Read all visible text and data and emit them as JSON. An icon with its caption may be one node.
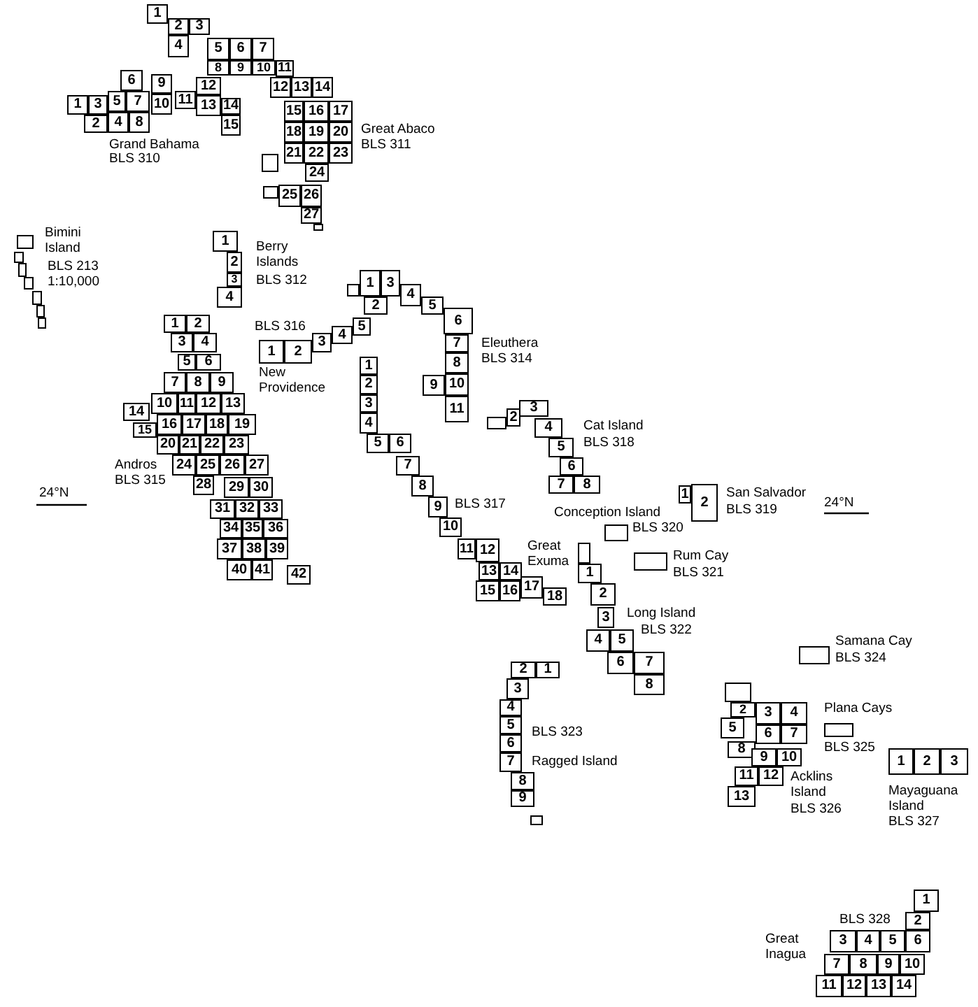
{
  "diagram": {
    "nodes": [
      {
        "text": [
          "1"
        ]
      },
      {
        "text": [
          "2"
        ]
      },
      {
        "text": [
          "3"
        ]
      },
      {
        "text": [
          "4"
        ]
      },
      {
        "text": [
          "5"
        ]
      },
      {
        "text": [
          "6"
        ]
      },
      {
        "text": [
          "7"
        ]
      },
      {
        "text": [
          "8"
        ]
      },
      {
        "text": [
          "9"
        ]
      },
      {
        "text": [
          "10"
        ]
      },
      {
        "text": [
          "11"
        ]
      },
      {
        "text": [
          "12"
        ]
      },
      {
        "text": [
          "13"
        ]
      },
      {
        "text": [
          "14"
        ]
      },
      {
        "text": [
          "15"
        ]
      },
      {
        "text": [
          "16"
        ]
      },
      {
        "text": [
          "17"
        ]
      },
      {
        "text": [
          "18"
        ]
      },
      {
        "text": [
          "19"
        ]
      },
      {
        "text": [
          "20"
        ]
      },
      {
        "text": [
          "21"
        ]
      },
      {
        "text": [
          "22"
        ]
      },
      {
        "text": [
          "23"
        ]
      },
      {
        "text": [
          "24"
        ]
      },
      {
        "text": [],
        "shape": "box"
      },
      {
        "text": [],
        "shape": "box"
      },
      {
        "text": [
          "25"
        ]
      },
      {
        "text": [
          "26"
        ]
      },
      {
        "text": [
          "27"
        ]
      },
      {
        "text": [],
        "shape": "box"
      },
      {
        "text": [
          "1"
        ]
      },
      {
        "text": [
          "3"
        ]
      },
      {
        "text": [
          "2"
        ]
      },
      {
        "text": [
          "6"
        ]
      },
      {
        "text": [
          "5"
        ]
      },
      {
        "text": [
          "7"
        ]
      },
      {
        "text": [
          "4"
        ]
      },
      {
        "text": [
          "8"
        ]
      },
      {
        "text": [
          "9"
        ]
      },
      {
        "text": [
          "10"
        ]
      },
      {
        "text": [
          "11"
        ]
      },
      {
        "text": [
          "12"
        ]
      },
      {
        "text": [
          "13"
        ]
      },
      {
        "text": [
          "14"
        ]
      },
      {
        "text": [
          "15"
        ]
      },
      {
        "text": [],
        "shape": "box"
      },
      {
        "text": [],
        "shape": "box"
      },
      {
        "text": [],
        "shape": "box"
      },
      {
        "text": [],
        "shape": "box"
      },
      {
        "text": [],
        "shape": "box"
      },
      {
        "text": [],
        "shape": "box"
      },
      {
        "text": [],
        "shape": "box"
      },
      {
        "text": [
          "1"
        ]
      },
      {
        "text": [
          "2"
        ]
      },
      {
        "text": [
          "3"
        ]
      },
      {
        "text": [
          "4"
        ]
      },
      {
        "text": [
          "1"
        ]
      },
      {
        "text": [
          "2"
        ]
      },
      {
        "text": [
          "3"
        ]
      },
      {
        "text": [
          "4"
        ]
      },
      {
        "text": [
          "5"
        ]
      },
      {
        "text": [
          "6"
        ]
      },
      {
        "text": [
          "7"
        ]
      },
      {
        "text": [
          "8"
        ]
      },
      {
        "text": [
          "9"
        ]
      },
      {
        "text": [
          "14"
        ]
      },
      {
        "text": [
          "10"
        ]
      },
      {
        "text": [
          "11"
        ]
      },
      {
        "text": [
          "12"
        ]
      },
      {
        "text": [
          "13"
        ]
      },
      {
        "text": [
          "15"
        ]
      },
      {
        "text": [
          "16"
        ]
      },
      {
        "text": [
          "17"
        ]
      },
      {
        "text": [
          "18"
        ]
      },
      {
        "text": [
          "19"
        ]
      },
      {
        "text": [
          "20"
        ]
      },
      {
        "text": [
          "21"
        ]
      },
      {
        "text": [
          "22"
        ]
      },
      {
        "text": [
          "23"
        ]
      },
      {
        "text": [
          "24"
        ]
      },
      {
        "text": [
          "25"
        ]
      },
      {
        "text": [
          "26"
        ]
      },
      {
        "text": [
          "27"
        ]
      },
      {
        "text": [
          "28"
        ]
      },
      {
        "text": [
          "29"
        ]
      },
      {
        "text": [
          "30"
        ]
      },
      {
        "text": [
          "31"
        ]
      },
      {
        "text": [
          "32"
        ]
      },
      {
        "text": [
          "33"
        ]
      },
      {
        "text": [
          "34"
        ]
      },
      {
        "text": [
          "35"
        ]
      },
      {
        "text": [
          "36"
        ]
      },
      {
        "text": [
          "37"
        ]
      },
      {
        "text": [
          "38"
        ]
      },
      {
        "text": [
          "39"
        ]
      },
      {
        "text": [
          "40"
        ]
      },
      {
        "text": [
          "41"
        ]
      },
      {
        "text": [
          "42"
        ]
      },
      {
        "text": [
          "1"
        ]
      },
      {
        "text": [
          "2"
        ]
      },
      {
        "text": [
          "3"
        ]
      },
      {
        "text": [
          "4"
        ]
      },
      {
        "text": [
          "5"
        ]
      },
      {
        "text": [],
        "shape": "box"
      },
      {
        "text": [
          "1"
        ]
      },
      {
        "text": [
          "3"
        ]
      },
      {
        "text": [
          "2"
        ]
      },
      {
        "text": [
          "4"
        ]
      },
      {
        "text": [
          "5"
        ]
      },
      {
        "text": [
          "6"
        ]
      },
      {
        "text": [
          "7"
        ]
      },
      {
        "text": [
          "8"
        ]
      },
      {
        "text": [
          "9"
        ]
      },
      {
        "text": [
          "10"
        ]
      },
      {
        "text": [
          "11"
        ]
      },
      {
        "text": [
          "1"
        ]
      },
      {
        "text": [
          "2"
        ]
      },
      {
        "text": [
          "3"
        ]
      },
      {
        "text": [
          "4"
        ]
      },
      {
        "text": [
          "5"
        ]
      },
      {
        "text": [
          "6"
        ]
      },
      {
        "text": [
          "7"
        ]
      },
      {
        "text": [
          "8"
        ]
      },
      {
        "text": [
          "9"
        ]
      },
      {
        "text": [
          "10"
        ]
      },
      {
        "text": [
          "11"
        ]
      },
      {
        "text": [
          "12"
        ]
      },
      {
        "text": [
          "13"
        ]
      },
      {
        "text": [
          "14"
        ]
      },
      {
        "text": [
          "15"
        ]
      },
      {
        "text": [
          "16"
        ]
      },
      {
        "text": [
          "17"
        ]
      },
      {
        "text": [
          "18"
        ]
      },
      {
        "text": [],
        "shape": "box"
      },
      {
        "text": [
          "2"
        ]
      },
      {
        "text": [
          "3"
        ]
      },
      {
        "text": [
          "4"
        ]
      },
      {
        "text": [
          "5"
        ]
      },
      {
        "text": [
          "6"
        ]
      },
      {
        "text": [
          "7"
        ]
      },
      {
        "text": [
          "8"
        ]
      },
      {
        "text": [
          "1"
        ]
      },
      {
        "text": [
          "2"
        ]
      },
      {
        "text": [],
        "shape": "box"
      },
      {
        "text": [],
        "shape": "box"
      },
      {
        "text": [],
        "shape": "box"
      },
      {
        "text": [
          "1"
        ]
      },
      {
        "text": [
          "2"
        ]
      },
      {
        "text": [
          "3"
        ]
      },
      {
        "text": [
          "4"
        ]
      },
      {
        "text": [
          "5"
        ]
      },
      {
        "text": [
          "6"
        ]
      },
      {
        "text": [
          "7"
        ]
      },
      {
        "text": [
          "8"
        ]
      },
      {
        "text": [],
        "shape": "box"
      },
      {
        "text": [
          "2"
        ]
      },
      {
        "text": [
          "1"
        ]
      },
      {
        "text": [
          "3"
        ]
      },
      {
        "text": [
          "4"
        ]
      },
      {
        "text": [
          "5"
        ]
      },
      {
        "text": [
          "6"
        ]
      },
      {
        "text": [
          "7"
        ]
      },
      {
        "text": [
          "8"
        ]
      },
      {
        "text": [
          "9"
        ]
      },
      {
        "text": [],
        "shape": "box"
      },
      {
        "text": [],
        "shape": "box"
      },
      {
        "text": [
          "2"
        ]
      },
      {
        "text": [
          "3"
        ]
      },
      {
        "text": [
          "4"
        ]
      },
      {
        "text": [
          "5"
        ]
      },
      {
        "text": [
          "6"
        ]
      },
      {
        "text": [
          "7"
        ]
      },
      {
        "text": [
          "8"
        ]
      },
      {
        "text": [
          "9"
        ]
      },
      {
        "text": [
          "10"
        ]
      },
      {
        "text": [
          "11"
        ]
      },
      {
        "text": [
          "12"
        ]
      },
      {
        "text": [
          "13"
        ]
      },
      {
        "text": [],
        "shape": "box"
      },
      {
        "text": [
          "1"
        ]
      },
      {
        "text": [
          "2"
        ]
      },
      {
        "text": [
          "3"
        ]
      },
      {
        "text": [
          "1"
        ]
      },
      {
        "text": [
          "2"
        ]
      },
      {
        "text": [
          "3"
        ]
      },
      {
        "text": [
          "4"
        ]
      },
      {
        "text": [
          "5"
        ]
      },
      {
        "text": [
          "6"
        ]
      },
      {
        "text": [
          "7"
        ]
      },
      {
        "text": [
          "8"
        ]
      },
      {
        "text": [
          "9"
        ]
      },
      {
        "text": [
          "10"
        ]
      },
      {
        "text": [
          "11"
        ]
      },
      {
        "text": [
          "12"
        ]
      },
      {
        "text": [
          "13"
        ]
      },
      {
        "text": [
          "14"
        ]
      }
    ],
    "labels": [
      "Great Abaco",
      "BLS 311",
      "Grand Bahama",
      "BLS 310",
      "Bimini Island",
      "BLS 213",
      "1:10,000",
      "Berry Islands",
      "BLS 312",
      "BLS 316",
      "New Providence",
      "Eleuthera",
      "BLS 314",
      "Andros",
      "BLS 315",
      "24°N",
      "Cat Island",
      "BLS 318",
      "San Salvador",
      "BLS 319",
      "24°N",
      "BLS 317",
      "Conception Island",
      "BLS 320",
      "Great Exuma",
      "Rum Cay",
      "BLS 321",
      "Long Island",
      "BLS 322",
      "Samana Cay",
      "BLS 324",
      "Plana Cays",
      "BLS 325",
      "BLS 323",
      "Ragged Island",
      "Acklins Island",
      "BLS 326",
      "Mayaguana Island",
      "BLS 327",
      "BLS 328",
      "Great Inagua"
    ]
  }
}
